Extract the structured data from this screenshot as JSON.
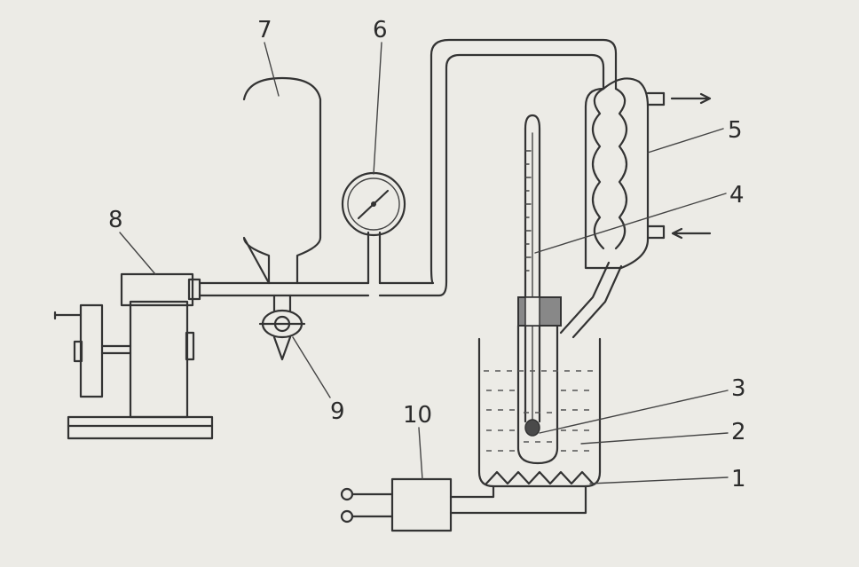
{
  "labels": {
    "heater": "1",
    "bath": "2",
    "sample_tube": "3",
    "thermometer": "4",
    "condenser": "5",
    "manometer": "6",
    "buffer_vessel": "7",
    "pump": "8",
    "stopcock": "9",
    "controller": "10"
  }
}
